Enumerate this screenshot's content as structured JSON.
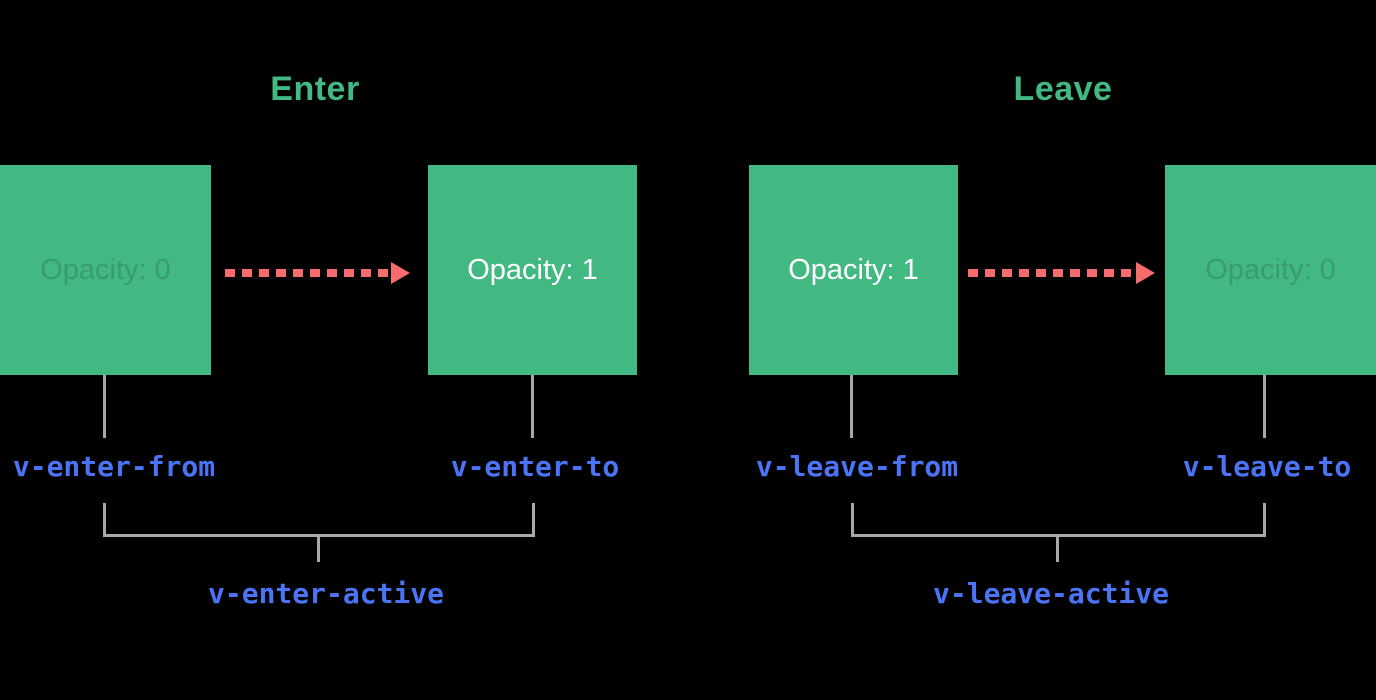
{
  "diagram": {
    "title": "Vue transition classes diagram",
    "colors": {
      "background": "#000000",
      "box_green": "#42b883",
      "title_green": "#42b883",
      "arrow_red": "#f66b6b",
      "label_blue": "#4a74f5",
      "connector_gray": "#a8a8a8",
      "box_text_white": "#ffffff"
    },
    "enter": {
      "title": "Enter",
      "from_box_label": "Opacity: 0",
      "to_box_label": "Opacity: 1",
      "from_class": "v-enter-from",
      "to_class": "v-enter-to",
      "active_class": "v-enter-active"
    },
    "leave": {
      "title": "Leave",
      "from_box_label": "Opacity: 1",
      "to_box_label": "Opacity: 0",
      "from_class": "v-leave-from",
      "to_class": "v-leave-to",
      "active_class": "v-leave-active"
    }
  }
}
